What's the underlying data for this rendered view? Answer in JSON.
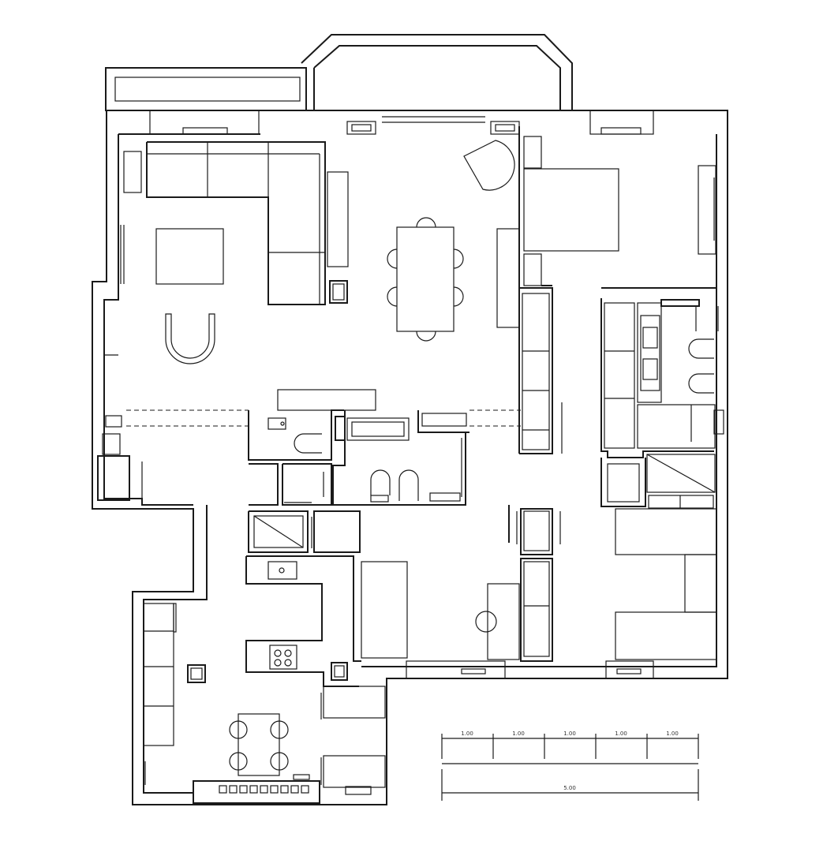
{
  "scale_bar": {
    "segment_labels": [
      "1.00",
      "1.00",
      "1.00",
      "1.00",
      "1.00"
    ],
    "total_label": "5.00"
  },
  "colors": {
    "line": "#1a1a1a",
    "background": "#ffffff"
  }
}
